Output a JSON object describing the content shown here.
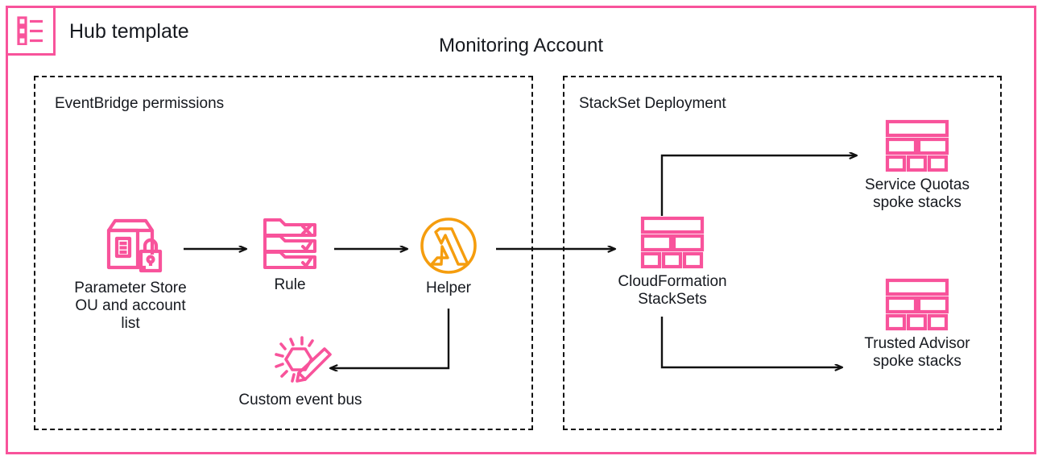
{
  "diagram": {
    "hub": {
      "badge_icon": "template-list-icon",
      "title": "Hub template"
    },
    "account_title": "Monitoring Account",
    "colors": {
      "accent_pink": "#F8539B",
      "lambda_orange": "#F59D0E",
      "line_black": "#111111",
      "text": "#16191f",
      "background": "#FFFFFF"
    },
    "groups": [
      {
        "id": "eventbridge",
        "label": "EventBridge permissions"
      },
      {
        "id": "stackset",
        "label": "StackSet Deployment"
      }
    ],
    "nodes": [
      {
        "id": "parameter-store",
        "icon": "parameter-store-lock-icon",
        "label": "Parameter Store\nOU and account\nlist"
      },
      {
        "id": "rule",
        "icon": "eventbridge-rule-icon",
        "label": "Rule"
      },
      {
        "id": "helper",
        "icon": "lambda-function-icon",
        "label": "Helper"
      },
      {
        "id": "custom-event-bus",
        "icon": "custom-event-bus-icon",
        "label": "Custom event bus"
      },
      {
        "id": "cloudformation-stacksets",
        "icon": "cloudformation-stacksets-icon",
        "label": "CloudFormation\nStackSets"
      },
      {
        "id": "service-quotas-spoke",
        "icon": "cloudformation-stacksets-icon",
        "label": "Service Quotas\nspoke stacks"
      },
      {
        "id": "trusted-advisor-spoke",
        "icon": "cloudformation-stacksets-icon",
        "label": "Trusted Advisor\nspoke stacks"
      }
    ],
    "connections": [
      {
        "id": "parameter-store-to-rule",
        "from": "parameter-store",
        "to": "rule",
        "style": "straight-arrow"
      },
      {
        "id": "rule-to-helper",
        "from": "rule",
        "to": "helper",
        "style": "straight-arrow"
      },
      {
        "id": "helper-to-cloudformation",
        "from": "helper",
        "to": "cloudformation-stacksets",
        "style": "straight-arrow"
      },
      {
        "id": "helper-to-custom-event-bus",
        "from": "helper",
        "to": "custom-event-bus",
        "style": "elbow-arrow"
      },
      {
        "id": "cloudformation-to-service-quotas",
        "from": "cloudformation-stacksets",
        "to": "service-quotas-spoke",
        "style": "elbow-arrow"
      },
      {
        "id": "cloudformation-to-trusted-advisor",
        "from": "cloudformation-stacksets",
        "to": "trusted-advisor-spoke",
        "style": "elbow-arrow"
      }
    ]
  }
}
